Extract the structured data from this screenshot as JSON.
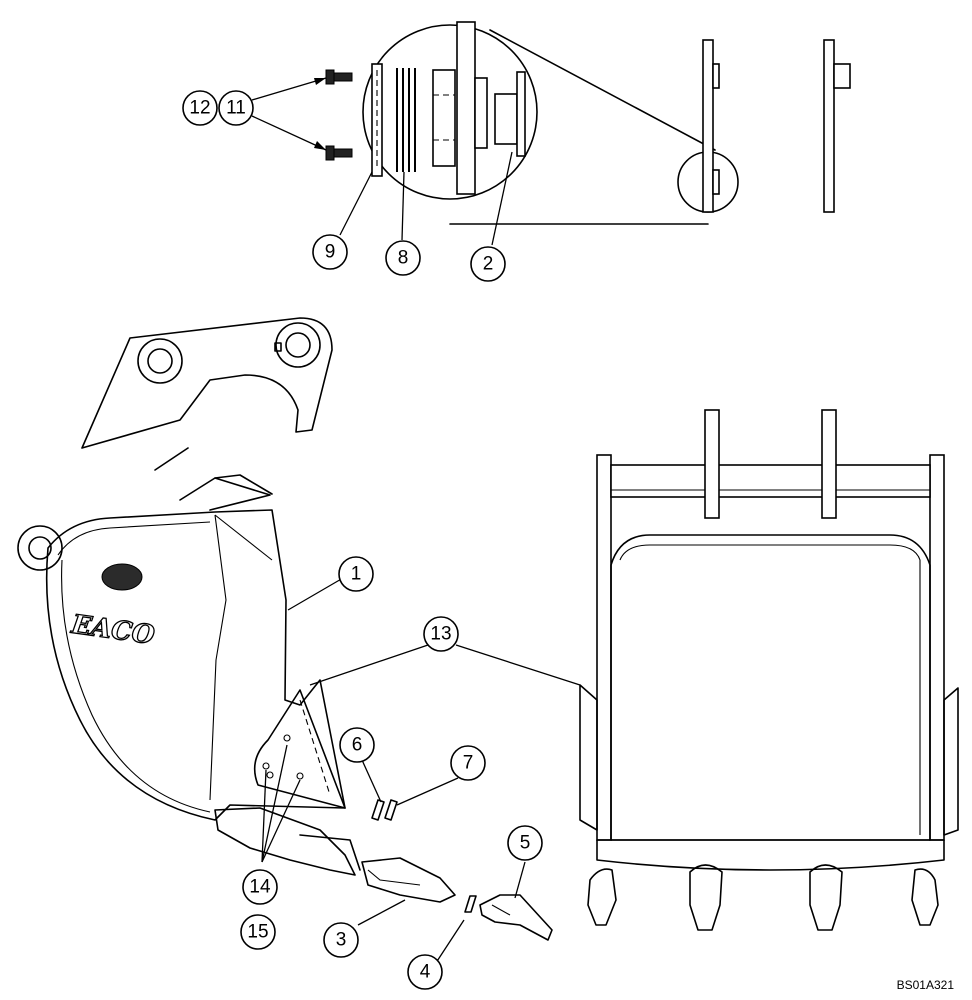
{
  "callouts": {
    "c12": "12",
    "c11": "11",
    "c9": "9",
    "c8": "8",
    "c2": "2",
    "c1": "1",
    "c13": "13",
    "c6": "6",
    "c7": "7",
    "c5": "5",
    "c14": "14",
    "c15": "15",
    "c3": "3",
    "c4": "4"
  },
  "brand_text": "EACO",
  "figure_code": "BS01A321",
  "icons": {
    "bolt": "bolt-icon",
    "shim": "shim-icon",
    "tooth": "tooth-icon",
    "pin": "pin-icon"
  }
}
